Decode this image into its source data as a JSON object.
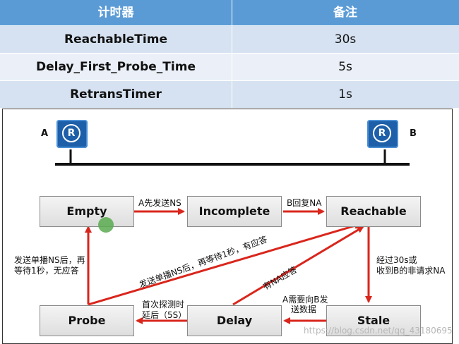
{
  "table": {
    "headers": [
      "计时器",
      "备注"
    ],
    "rows": [
      {
        "timer": "ReachableTime",
        "value": "30s"
      },
      {
        "timer": "Delay_First_Probe_Time",
        "value": "5s"
      },
      {
        "timer": "RetransTimer",
        "value": "1s"
      }
    ]
  },
  "diagram": {
    "node_a": "A",
    "node_b": "B",
    "router_letter": "R",
    "states": {
      "empty": "Empty",
      "incomplete": "Incomplete",
      "reachable": "Reachable",
      "probe": "Probe",
      "delay": "Delay",
      "stale": "Stale"
    },
    "labels": {
      "empty_to_incomplete": "A先发送NS",
      "incomplete_to_reachable": "B回复NA",
      "reachable_to_stale": [
        "经过30s或",
        "收到B的非请求NA"
      ],
      "probe_to_empty": [
        "发送单播NS后，再",
        "等待1秒，无应答"
      ],
      "probe_to_reachable": "发送单播NS后，再等待1秒，有应答",
      "delay_to_reachable": "有NA应答",
      "stale_to_delay": [
        "A需要向B发",
        "送数据"
      ],
      "delay_to_probe": [
        "首次探测时",
        "延后（5S）"
      ]
    },
    "arrow_color": "#d9261c"
  },
  "watermark": "https://blog.csdn.net/qq_43180695"
}
